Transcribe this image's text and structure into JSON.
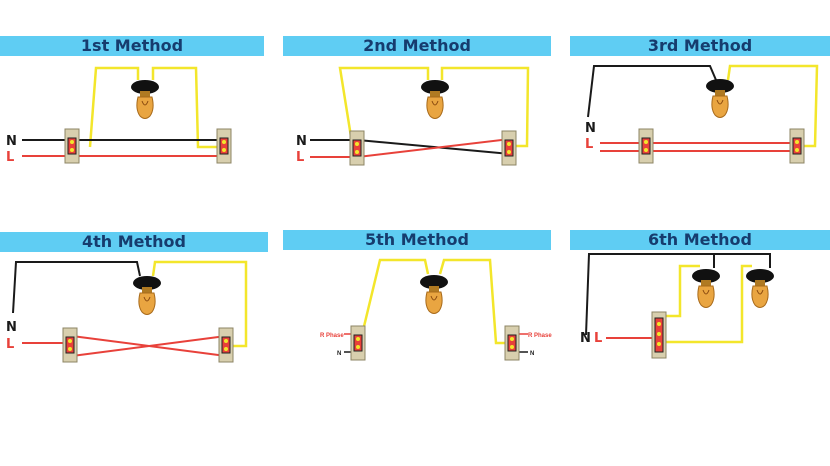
{
  "titles": {
    "m1": "1st Method",
    "m2": "2nd Method",
    "m3": "3rd Method",
    "m4": "4th Method",
    "m5": "5th Method",
    "m6": "6th Method"
  },
  "labels": {
    "neutral": "N",
    "live": "L",
    "r_phase": "R Phase",
    "n_small": "N"
  },
  "colors": {
    "neutral_wire": "#1a1a1a",
    "live_wire": "#e8413a",
    "lamp_wire": "#f3e62b",
    "title_bar": "#5fcdf3",
    "title_text": "#163c6e"
  }
}
